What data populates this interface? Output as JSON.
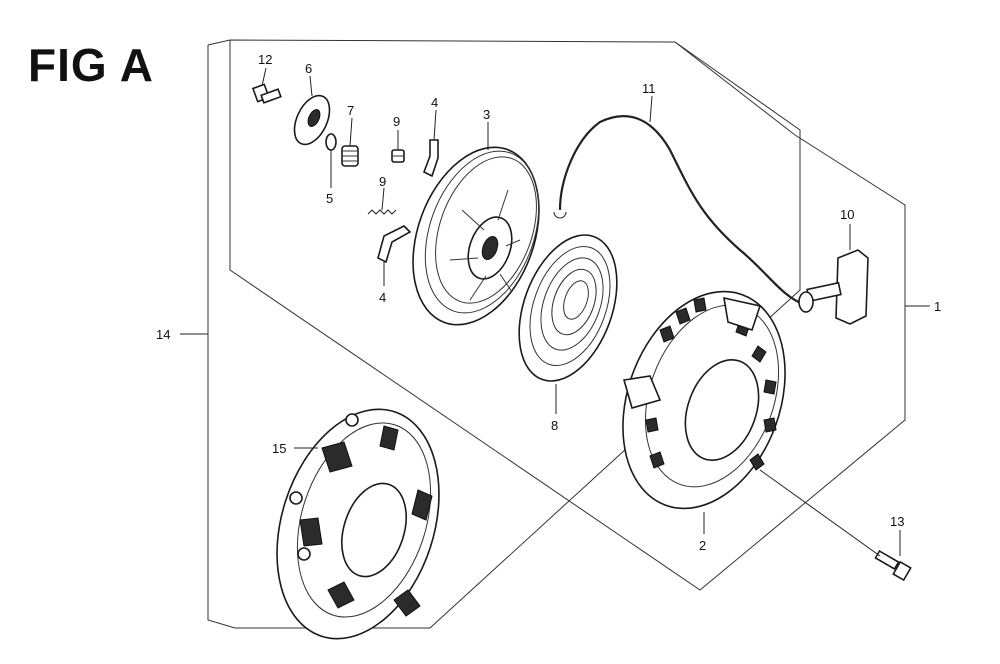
{
  "figure": {
    "title": "FIG A",
    "callouts": {
      "c1": "1",
      "c2": "2",
      "c3": "3",
      "c4a": "4",
      "c4b": "4",
      "c5": "5",
      "c6": "6",
      "c7": "7",
      "c8": "8",
      "c9a": "9",
      "c9b": "9",
      "c10": "10",
      "c11": "11",
      "c12": "12",
      "c13": "13",
      "c14": "14",
      "c15": "15"
    }
  }
}
